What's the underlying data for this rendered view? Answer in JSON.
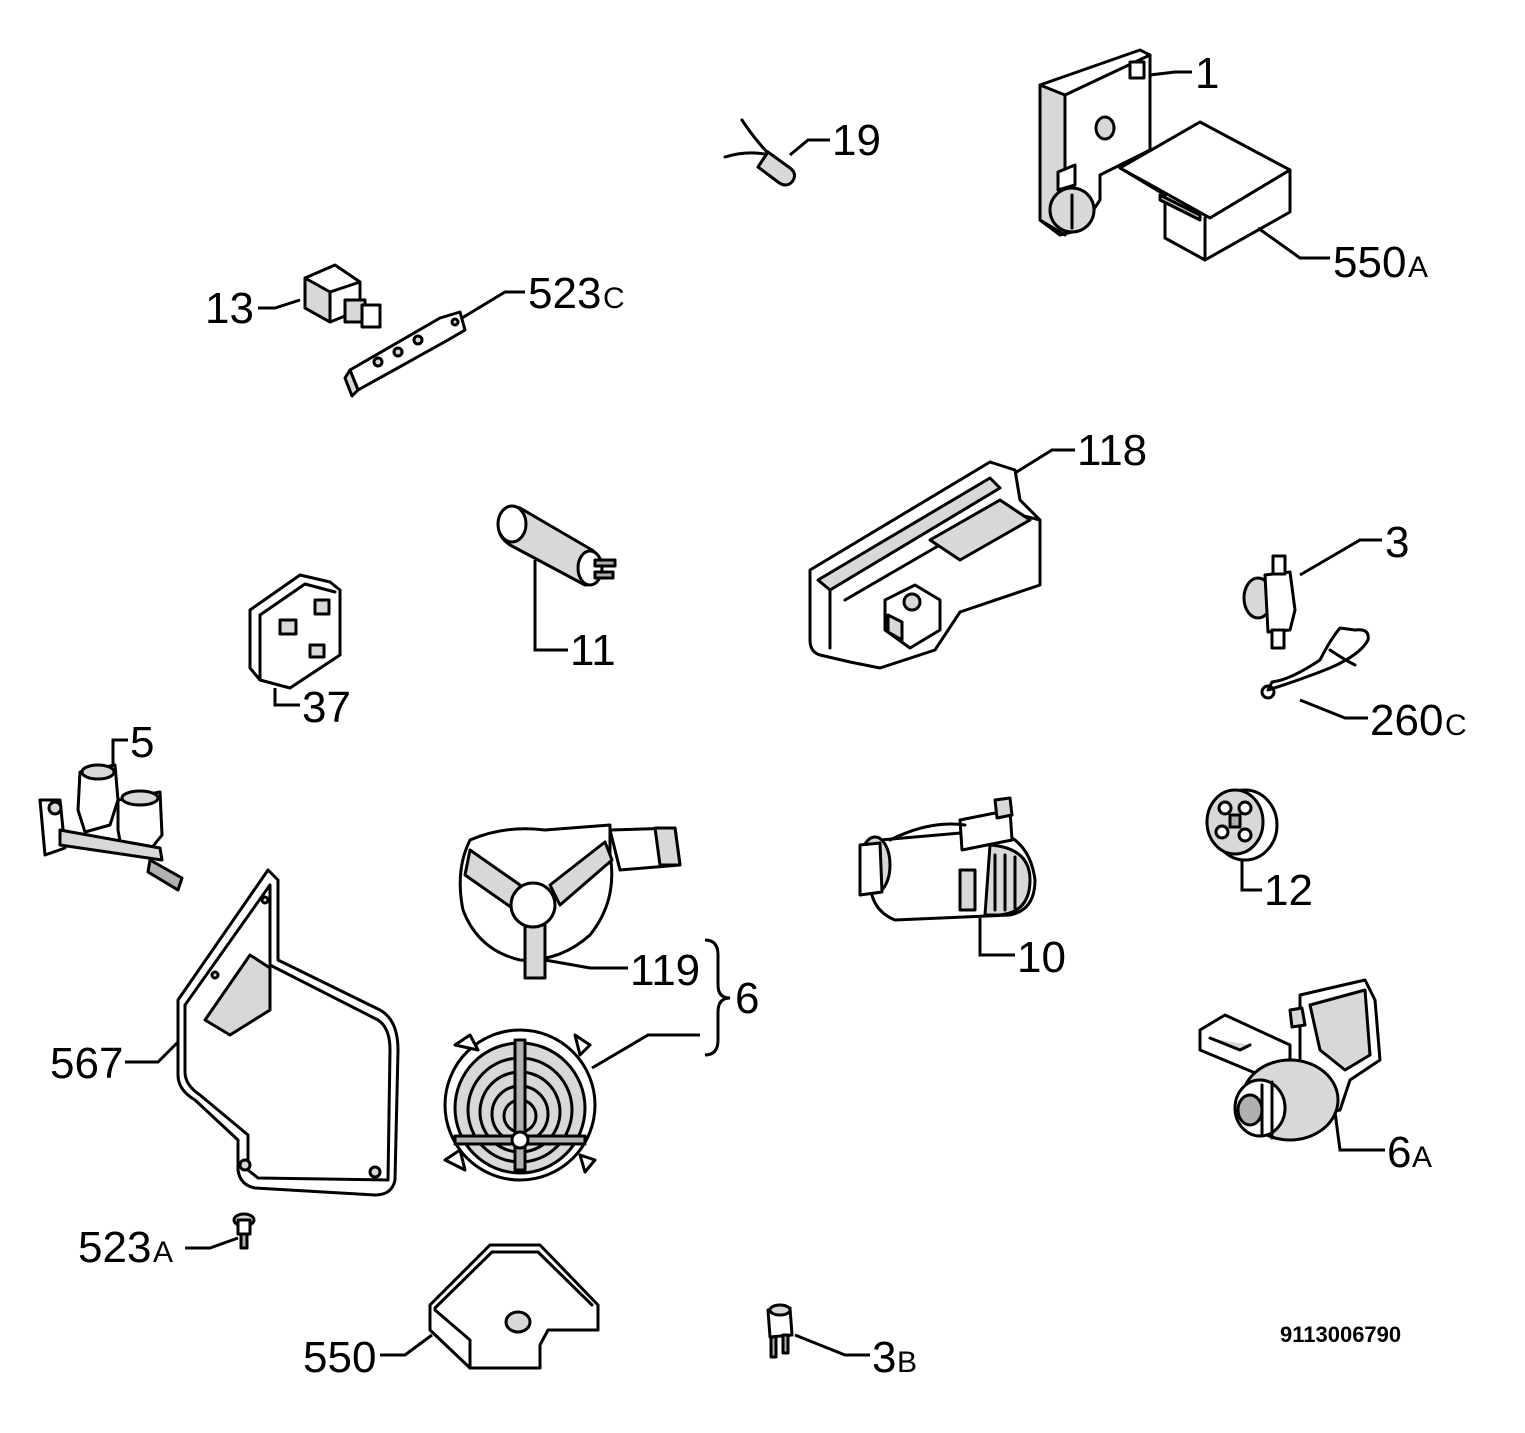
{
  "document_number": "9113006790",
  "parts": [
    {
      "id": "p1",
      "label": "1",
      "suffix": "",
      "icon": "timer-motor-icon"
    },
    {
      "id": "p19",
      "label": "19",
      "suffix": "",
      "icon": "capacitor-small-icon"
    },
    {
      "id": "p550A",
      "label": "550",
      "suffix": "A",
      "icon": "box-cover-icon"
    },
    {
      "id": "p13",
      "label": "13",
      "suffix": "",
      "icon": "switch-icon"
    },
    {
      "id": "p523C",
      "label": "523",
      "suffix": "C",
      "icon": "bracket-icon"
    },
    {
      "id": "p118",
      "label": "118",
      "suffix": "",
      "icon": "detergent-dispenser-icon"
    },
    {
      "id": "p3",
      "label": "3",
      "suffix": "",
      "icon": "pressure-switch-icon"
    },
    {
      "id": "p260C",
      "label": "260",
      "suffix": "C",
      "icon": "clip-icon"
    },
    {
      "id": "p11",
      "label": "11",
      "suffix": "",
      "icon": "capacitor-icon"
    },
    {
      "id": "p37",
      "label": "37",
      "suffix": "",
      "icon": "filter-icon"
    },
    {
      "id": "p5",
      "label": "5",
      "suffix": "",
      "icon": "water-valve-icon"
    },
    {
      "id": "p119",
      "label": "119",
      "suffix": "",
      "icon": "pump-housing-icon"
    },
    {
      "id": "p6",
      "label": "6",
      "suffix": "",
      "icon": "brace-icon"
    },
    {
      "id": "p10",
      "label": "10",
      "suffix": "",
      "icon": "heater-icon"
    },
    {
      "id": "p12",
      "label": "12",
      "suffix": "",
      "icon": "knob-icon"
    },
    {
      "id": "p567",
      "label": "567",
      "suffix": "",
      "icon": "shield-plate-icon"
    },
    {
      "id": "p6A",
      "label": "6",
      "suffix": "A",
      "icon": "drain-pump-icon"
    },
    {
      "id": "p523A",
      "label": "523",
      "suffix": "A",
      "icon": "screw-icon"
    },
    {
      "id": "p550",
      "label": "550",
      "suffix": "",
      "icon": "cover-icon"
    },
    {
      "id": "p3B",
      "label": "3",
      "suffix": "B",
      "icon": "connector-icon"
    }
  ]
}
